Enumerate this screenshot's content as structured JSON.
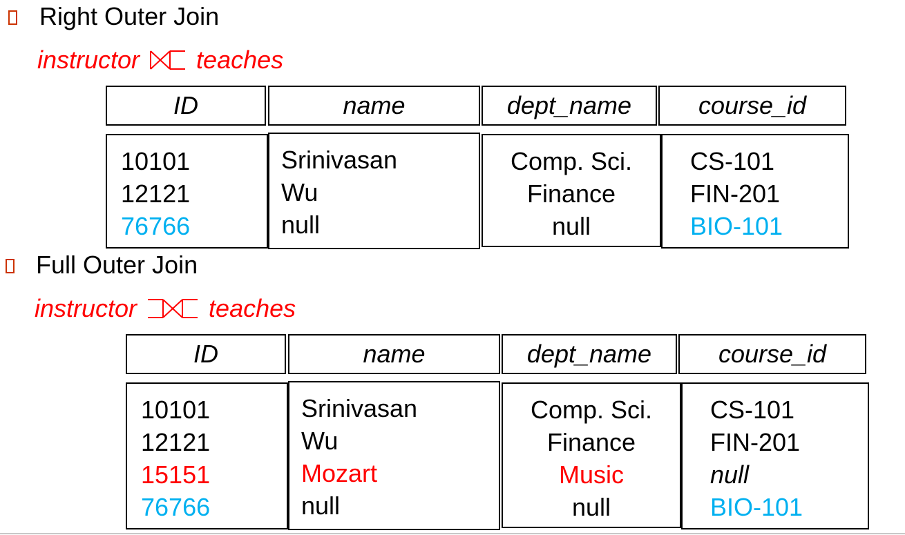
{
  "colors": {
    "bullet": "#cc3300",
    "expr": "#ff0000",
    "red": "#ff0000",
    "blue": "#00b0f0",
    "black": "#000000"
  },
  "sections": [
    {
      "heading": "Right Outer Join",
      "expr_left": "instructor",
      "operator_icon": "right-outer-join-icon",
      "expr_right": "teaches",
      "table": {
        "columns": [
          {
            "header": "ID",
            "cells": [
              {
                "text": "10101"
              },
              {
                "text": "12121"
              },
              {
                "text": "76766",
                "color": "blue"
              }
            ]
          },
          {
            "header": "name",
            "cells": [
              {
                "text": "Srinivasan"
              },
              {
                "text": "Wu"
              },
              {
                "text": "null"
              }
            ]
          },
          {
            "header": "dept_name",
            "cells": [
              {
                "text": "Comp. Sci."
              },
              {
                "text": "Finance"
              },
              {
                "text": "null"
              }
            ]
          },
          {
            "header": "course_id",
            "cells": [
              {
                "text": "CS-101"
              },
              {
                "text": "FIN-201"
              },
              {
                "text": "BIO-101",
                "color": "blue"
              }
            ]
          }
        ]
      }
    },
    {
      "heading": "Full Outer Join",
      "expr_left": "instructor",
      "operator_icon": "full-outer-join-icon",
      "expr_right": "teaches",
      "table": {
        "columns": [
          {
            "header": "ID",
            "cells": [
              {
                "text": "10101"
              },
              {
                "text": "12121"
              },
              {
                "text": "15151",
                "color": "red"
              },
              {
                "text": "76766",
                "color": "blue"
              }
            ]
          },
          {
            "header": "name",
            "cells": [
              {
                "text": "Srinivasan"
              },
              {
                "text": "Wu"
              },
              {
                "text": "Mozart",
                "color": "red"
              },
              {
                "text": "null"
              }
            ]
          },
          {
            "header": "dept_name",
            "cells": [
              {
                "text": "Comp. Sci."
              },
              {
                "text": "Finance"
              },
              {
                "text": "Music",
                "color": "red"
              },
              {
                "text": "null"
              }
            ]
          },
          {
            "header": "course_id",
            "cells": [
              {
                "text": "CS-101"
              },
              {
                "text": "FIN-201"
              },
              {
                "text": "null",
                "italic": true
              },
              {
                "text": "BIO-101",
                "color": "blue"
              }
            ]
          }
        ]
      }
    }
  ]
}
